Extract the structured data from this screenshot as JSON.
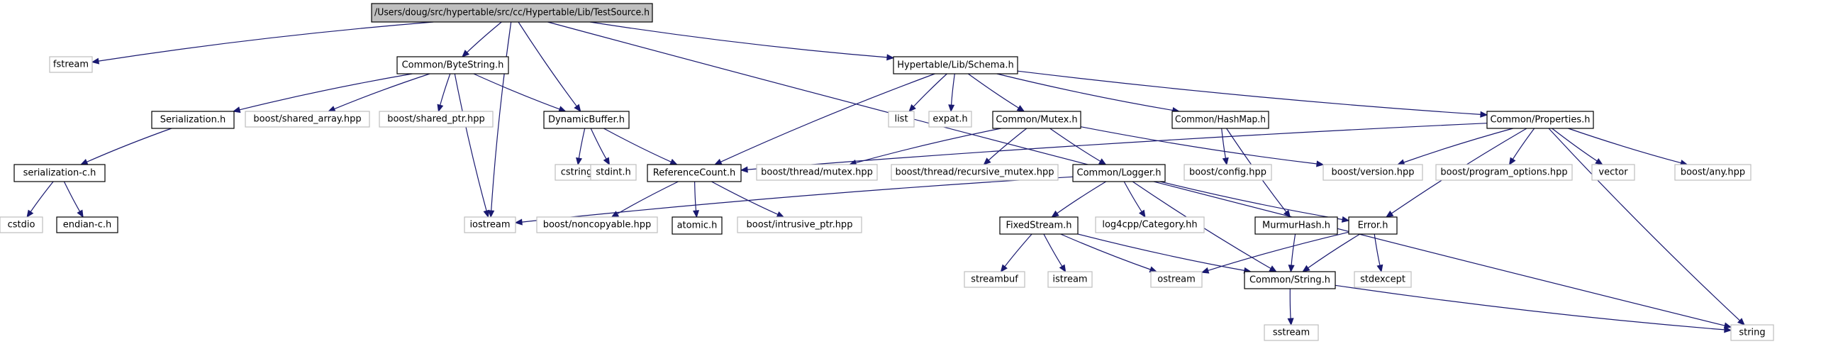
{
  "colors": {
    "edge": "#191970",
    "root_fill": "#bfbfbf",
    "documented_border": "#000000",
    "external_border": "#bfbfbf",
    "external_text": "#000000"
  },
  "nodes": [
    {
      "id": "root",
      "label": "/Users/doug/src/hypertable/src/cc/Hypertable/Lib/TestSource.h",
      "kind": "root"
    },
    {
      "id": "fstream",
      "label": "fstream",
      "kind": "external"
    },
    {
      "id": "bytestring",
      "label": "Common/ByteString.h",
      "kind": "documented"
    },
    {
      "id": "schema",
      "label": "Hypertable/Lib/Schema.h",
      "kind": "documented"
    },
    {
      "id": "serialization",
      "label": "Serialization.h",
      "kind": "documented"
    },
    {
      "id": "shared_array",
      "label": "boost/shared_array.hpp",
      "kind": "external"
    },
    {
      "id": "shared_ptr",
      "label": "boost/shared_ptr.hpp",
      "kind": "external"
    },
    {
      "id": "dynamicbuffer",
      "label": "DynamicBuffer.h",
      "kind": "documented"
    },
    {
      "id": "list",
      "label": "list",
      "kind": "external"
    },
    {
      "id": "expat",
      "label": "expat.h",
      "kind": "external"
    },
    {
      "id": "mutex",
      "label": "Common/Mutex.h",
      "kind": "documented"
    },
    {
      "id": "hashmap",
      "label": "Common/HashMap.h",
      "kind": "documented"
    },
    {
      "id": "properties",
      "label": "Common/Properties.h",
      "kind": "documented"
    },
    {
      "id": "serialization_c",
      "label": "serialization-c.h",
      "kind": "documented"
    },
    {
      "id": "cstring",
      "label": "cstring",
      "kind": "external"
    },
    {
      "id": "stdint",
      "label": "stdint.h",
      "kind": "external"
    },
    {
      "id": "refcount",
      "label": "ReferenceCount.h",
      "kind": "documented"
    },
    {
      "id": "thread_mutex",
      "label": "boost/thread/mutex.hpp",
      "kind": "external"
    },
    {
      "id": "recursive_mutex",
      "label": "boost/thread/recursive_mutex.hpp",
      "kind": "external"
    },
    {
      "id": "logger",
      "label": "Common/Logger.h",
      "kind": "documented"
    },
    {
      "id": "boost_config",
      "label": "boost/config.hpp",
      "kind": "external"
    },
    {
      "id": "boost_version",
      "label": "boost/version.hpp",
      "kind": "external"
    },
    {
      "id": "program_options",
      "label": "boost/program_options.hpp",
      "kind": "external"
    },
    {
      "id": "vector",
      "label": "vector",
      "kind": "external"
    },
    {
      "id": "boost_any",
      "label": "boost/any.hpp",
      "kind": "external"
    },
    {
      "id": "cstdio",
      "label": "cstdio",
      "kind": "external"
    },
    {
      "id": "endian_c",
      "label": "endian-c.h",
      "kind": "documented"
    },
    {
      "id": "iostream",
      "label": "iostream",
      "kind": "external"
    },
    {
      "id": "noncopyable",
      "label": "boost/noncopyable.hpp",
      "kind": "external"
    },
    {
      "id": "atomic",
      "label": "atomic.h",
      "kind": "documented"
    },
    {
      "id": "intrusive_ptr",
      "label": "boost/intrusive_ptr.hpp",
      "kind": "external"
    },
    {
      "id": "fixedstream",
      "label": "FixedStream.h",
      "kind": "documented"
    },
    {
      "id": "log4cpp",
      "label": "log4cpp/Category.hh",
      "kind": "external"
    },
    {
      "id": "murmurhash",
      "label": "MurmurHash.h",
      "kind": "documented"
    },
    {
      "id": "error",
      "label": "Error.h",
      "kind": "documented"
    },
    {
      "id": "streambuf",
      "label": "streambuf",
      "kind": "external"
    },
    {
      "id": "istream",
      "label": "istream",
      "kind": "external"
    },
    {
      "id": "ostream",
      "label": "ostream",
      "kind": "external"
    },
    {
      "id": "common_string",
      "label": "Common/String.h",
      "kind": "documented"
    },
    {
      "id": "stdexcept",
      "label": "stdexcept",
      "kind": "external"
    },
    {
      "id": "sstream",
      "label": "sstream",
      "kind": "external"
    },
    {
      "id": "string",
      "label": "string",
      "kind": "external"
    }
  ],
  "edges": [
    [
      "root",
      "fstream"
    ],
    [
      "root",
      "bytestring"
    ],
    [
      "root",
      "schema"
    ],
    [
      "root",
      "dynamicbuffer"
    ],
    [
      "root",
      "iostream"
    ],
    [
      "root",
      "string"
    ],
    [
      "bytestring",
      "serialization"
    ],
    [
      "bytestring",
      "shared_array"
    ],
    [
      "bytestring",
      "shared_ptr"
    ],
    [
      "bytestring",
      "dynamicbuffer"
    ],
    [
      "bytestring",
      "iostream"
    ],
    [
      "serialization",
      "serialization_c"
    ],
    [
      "serialization_c",
      "cstdio"
    ],
    [
      "serialization_c",
      "endian_c"
    ],
    [
      "dynamicbuffer",
      "cstring"
    ],
    [
      "dynamicbuffer",
      "stdint"
    ],
    [
      "dynamicbuffer",
      "refcount"
    ],
    [
      "schema",
      "list"
    ],
    [
      "schema",
      "expat"
    ],
    [
      "schema",
      "mutex"
    ],
    [
      "schema",
      "hashmap"
    ],
    [
      "schema",
      "properties"
    ],
    [
      "schema",
      "refcount"
    ],
    [
      "mutex",
      "thread_mutex"
    ],
    [
      "mutex",
      "recursive_mutex"
    ],
    [
      "mutex",
      "logger"
    ],
    [
      "mutex",
      "boost_version"
    ],
    [
      "hashmap",
      "boost_config"
    ],
    [
      "hashmap",
      "murmurhash"
    ],
    [
      "properties",
      "refcount"
    ],
    [
      "properties",
      "boost_version"
    ],
    [
      "properties",
      "program_options"
    ],
    [
      "properties",
      "vector"
    ],
    [
      "properties",
      "boost_any"
    ],
    [
      "properties",
      "error"
    ],
    [
      "properties",
      "string"
    ],
    [
      "refcount",
      "noncopyable"
    ],
    [
      "refcount",
      "atomic"
    ],
    [
      "refcount",
      "intrusive_ptr"
    ],
    [
      "logger",
      "iostream"
    ],
    [
      "logger",
      "fixedstream"
    ],
    [
      "logger",
      "log4cpp"
    ],
    [
      "logger",
      "error"
    ],
    [
      "logger",
      "common_string"
    ],
    [
      "fixedstream",
      "streambuf"
    ],
    [
      "fixedstream",
      "istream"
    ],
    [
      "fixedstream",
      "ostream"
    ],
    [
      "fixedstream",
      "common_string"
    ],
    [
      "murmurhash",
      "common_string"
    ],
    [
      "error",
      "ostream"
    ],
    [
      "error",
      "common_string"
    ],
    [
      "error",
      "stdexcept"
    ],
    [
      "common_string",
      "sstream"
    ],
    [
      "common_string",
      "string"
    ]
  ]
}
